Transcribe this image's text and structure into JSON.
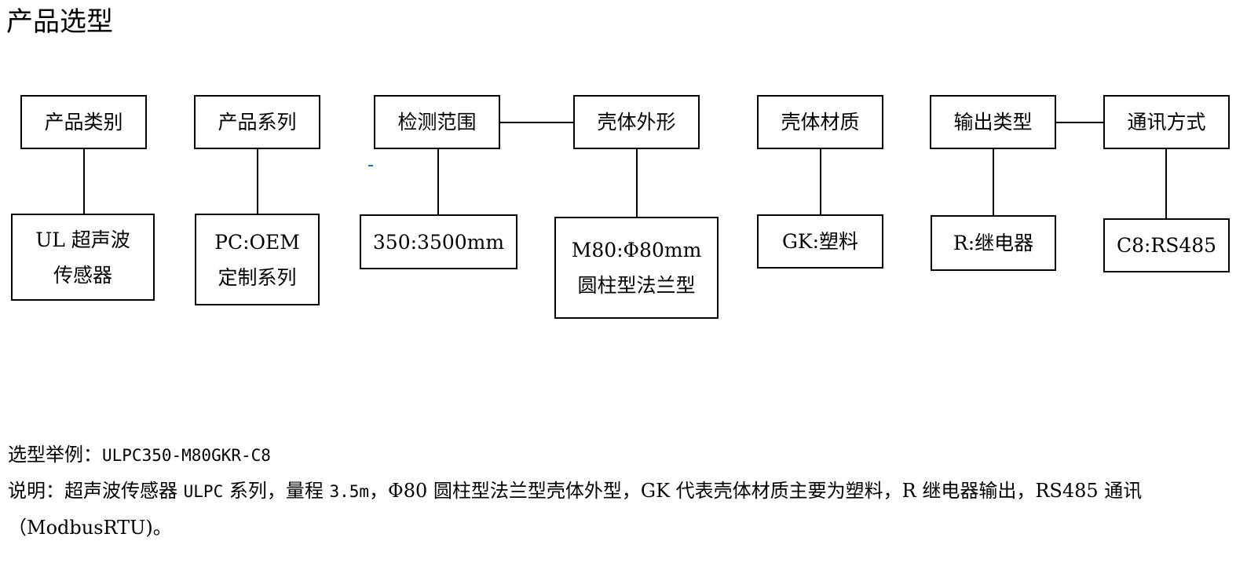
{
  "title": "产品选型",
  "columns": [
    {
      "category": "产品类别",
      "option_lines": [
        "UL 超声波",
        "传感器"
      ]
    },
    {
      "category": "产品系列",
      "option_lines": [
        "PC:OEM",
        "定制系列"
      ]
    },
    {
      "category": "检测范围",
      "option_lines": [
        "350:3500mm"
      ]
    },
    {
      "category": "壳体外形",
      "option_lines": [
        "M80:Φ80mm",
        "圆柱型法兰型"
      ]
    },
    {
      "category": "壳体材质",
      "option_lines": [
        "GK:塑料"
      ]
    },
    {
      "category": "输出类型",
      "option_lines": [
        "R:继电器"
      ]
    },
    {
      "category": "通讯方式",
      "option_lines": [
        "C8:RS485"
      ]
    }
  ],
  "example": {
    "label": "选型举例：",
    "code": "ULPC350-M80GKR-C8"
  },
  "explanation": {
    "seg1": "说明：超声波传感器 ",
    "seg2": "ULPC",
    "seg3": " 系列，量程 ",
    "seg4": "3.5m",
    "seg5": "，Φ80 圆柱型法兰型壳体外型，GK 代表壳体材质主要为塑料，R 继电器输出，RS485 通讯",
    "line2": "（ModbusRTU)。"
  }
}
